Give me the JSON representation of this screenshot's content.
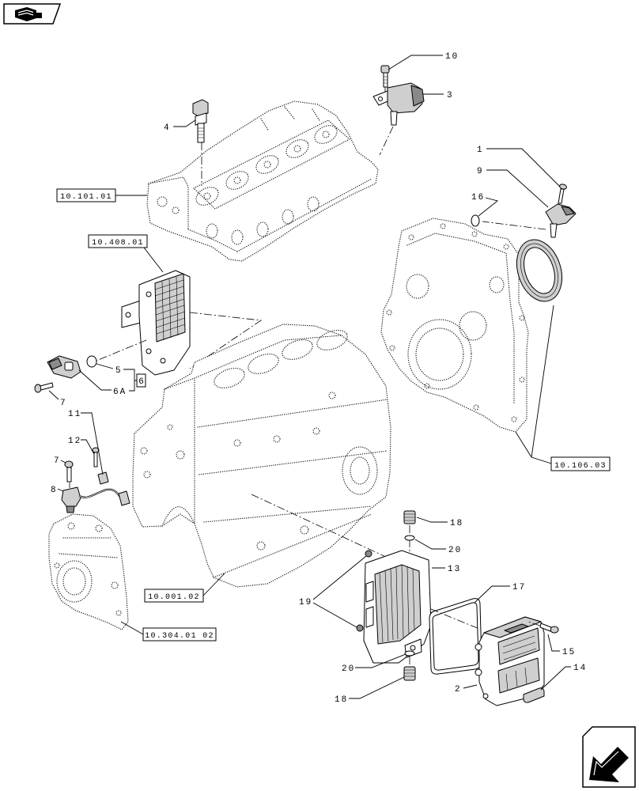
{
  "navigation": {
    "top_left_icon": "manual-book-icon",
    "bottom_right_icon": "back-arrow-icon"
  },
  "references": {
    "cylinder_head": "10.101.01",
    "module": "10.408.01",
    "timing_cover": "10.106.03",
    "engine_block": "10.001.02",
    "rear_cover": "10.304.01 02"
  },
  "callouts": {
    "bolt_10": "10",
    "sensor_3": "3",
    "sensor_4": "4",
    "bolt_1": "1",
    "sensor_9": "9",
    "o_ring_16": "16",
    "o_ring_5": "5",
    "sensor_6a": "6A",
    "kit_6": "6",
    "bolt_7_upper": "7",
    "harness_11": "11",
    "bolt_12": "12",
    "bolt_7_lower": "7",
    "sensor_8": "8",
    "plug_18_upper": "18",
    "washer_20_upper": "20",
    "bracket_13": "13",
    "grommet_19": "19",
    "gasket_17": "17",
    "washer_20_lower": "20",
    "plug_18_lower": "18",
    "ecu_2": "2",
    "bolt_15": "15",
    "cover_14": "14"
  },
  "colors": {
    "line": "#000000",
    "part_fill": "#cfcfcf",
    "background": "#ffffff"
  }
}
